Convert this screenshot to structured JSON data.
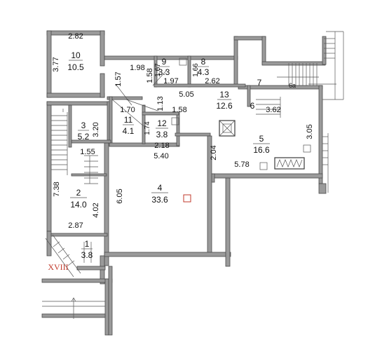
{
  "rooms": [
    {
      "num": "10",
      "area": "10.5"
    },
    {
      "num": "9",
      "area": "3.3"
    },
    {
      "num": "8",
      "area": "4.3"
    },
    {
      "num": "7",
      "area": ""
    },
    {
      "num": "6a",
      "area": ""
    },
    {
      "num": "13",
      "area": "12.6"
    },
    {
      "num": "6",
      "area": ""
    },
    {
      "num": "11",
      "area": "4.1"
    },
    {
      "num": "12",
      "area": "3.8"
    },
    {
      "num": "3",
      "area": "5.2"
    },
    {
      "num": "5",
      "area": "16.6"
    },
    {
      "num": "4",
      "area": "33.6"
    },
    {
      "num": "2",
      "area": "14.0"
    },
    {
      "num": "1",
      "area": "3.8"
    }
  ],
  "dimensions": [
    "2.82",
    "3.77",
    "1.98",
    "1.57",
    "1.58",
    "1.67",
    "1.97",
    "1.66",
    "2.62",
    "5.05",
    "1.13",
    "1.70",
    "1.58",
    "1.74",
    "2.18",
    "5.40",
    "3.20",
    "1.55",
    "7.38",
    "4.02",
    "6.05",
    "2.04",
    "3.62",
    "3.05",
    "5.78",
    "2.87"
  ],
  "section_label": "XVIII"
}
